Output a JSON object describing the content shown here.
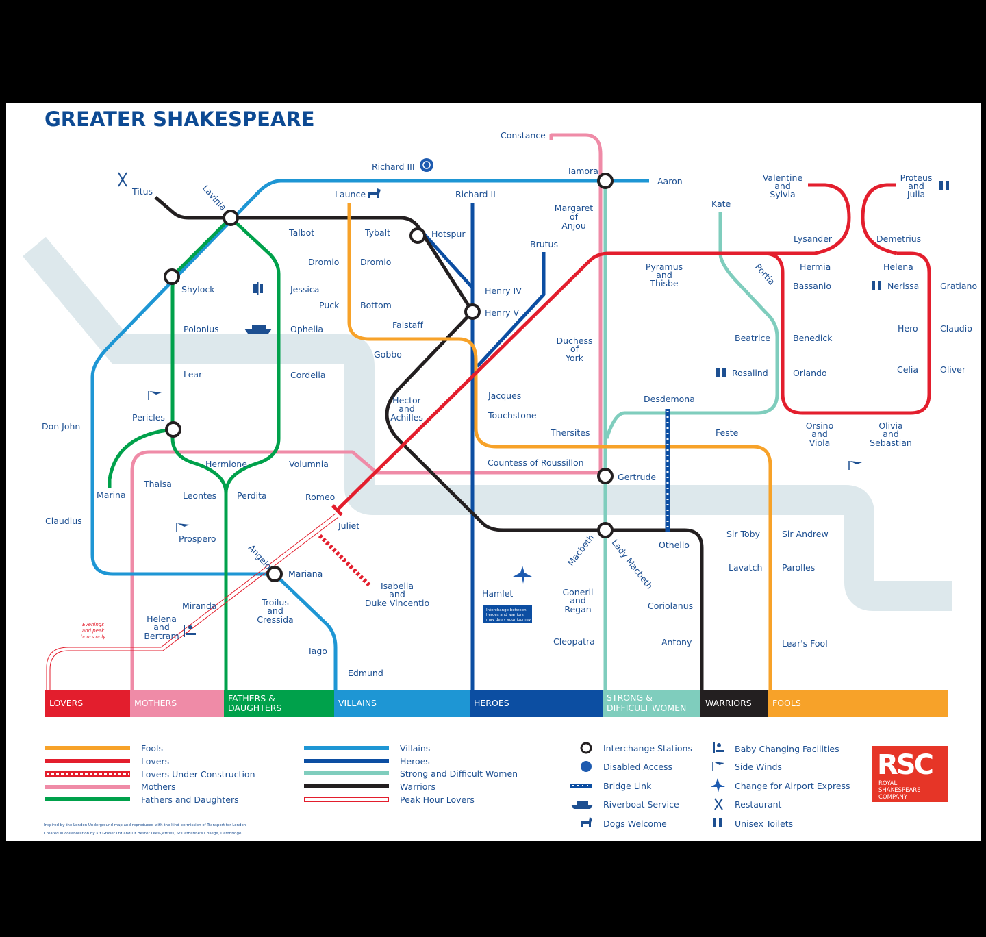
{
  "title": "GREATER SHAKESPEARE",
  "colors": {
    "fools": "#f7a229",
    "lovers": "#e31e2d",
    "mothers": "#ef8ba7",
    "fathers_daughters": "#00a14b",
    "villains": "#1e96d4",
    "heroes": "#0c4ea2",
    "strong_women": "#7fcdbd",
    "warriors": "#231f20",
    "river": "#dde8ec",
    "text": "#1d4f91"
  },
  "stations": [
    "Constance",
    "Tamora",
    "Aaron",
    "Richard III",
    "Launce",
    "Richard II",
    "Titus",
    "Lavinia",
    "Talbot",
    "Tybalt",
    "Hotspur",
    "Margaret",
    "of",
    "Anjou",
    "Brutus",
    "Kate",
    "Valentine",
    "and",
    "Sylvia",
    "Proteus",
    "and",
    "Julia",
    "Lysander",
    "Demetrius",
    "Hermia",
    "Helena",
    "Pyramus",
    "and",
    "Thisbe",
    "Portia",
    "Bassanio",
    "Nerissa",
    "Gratiano",
    "Dromio",
    "Dromio",
    "Jessica",
    "Shylock",
    "Henry IV",
    "Puck",
    "Bottom",
    "Henry V",
    "Falstaff",
    "Polonius",
    "Ophelia",
    "Gobbo",
    "Duchess",
    "of",
    "York",
    "Beatrice",
    "Benedick",
    "Hero",
    "Claudio",
    "Lear",
    "Cordelia",
    "Rosalind",
    "Orlando",
    "Celia",
    "Oliver",
    "Jacques",
    "Hector",
    "and",
    "Achilles",
    "Desdemona",
    "Pericles",
    "Touchstone",
    "Don John",
    "Orsino",
    "and",
    "Viola",
    "Olivia",
    "and",
    "Sebastian",
    "Thersites",
    "Feste",
    "Countess of Roussillon",
    "Hermione",
    "Volumnia",
    "Gertrude",
    "Thaisa",
    "Marina",
    "Leontes",
    "Perdita",
    "Romeo",
    "Claudius",
    "Juliet",
    "Sir Toby",
    "Sir Andrew",
    "Prospero",
    "Othello",
    "Macbeth",
    "Lady Macbeth",
    "Angelo",
    "Lavatch",
    "Parolles",
    "Mariana",
    "Isabella",
    "and",
    "Duke Vincentio",
    "Hamlet",
    "Goneril",
    "and",
    "Regan",
    "Troilus",
    "and",
    "Cressida",
    "Miranda",
    "Coriolanus",
    "Helena",
    "and",
    "Bertram",
    "Cleopatra",
    "Antony",
    "Lear's Fool",
    "Iago",
    "Edmund"
  ],
  "notes": {
    "peak_hours": [
      "Evenings",
      "and peak",
      "hours only"
    ],
    "interchange_warning": [
      "Interchange between",
      "heroes and warriors",
      "may delay your journey"
    ]
  },
  "bands": [
    "LOVERS",
    "MOTHERS",
    "FATHERS &",
    "DAUGHTERS",
    "VILLAINS",
    "HEROES",
    "STRONG &",
    "DIFFICULT WOMEN",
    "WARRIORS",
    "FOOLS"
  ],
  "legend": {
    "lines_left": [
      "Fools",
      "Lovers",
      "Lovers Under Construction",
      "Mothers",
      "Fathers and Daughters"
    ],
    "lines_right": [
      "Villains",
      "Heroes",
      "Strong and Difficult Women",
      "Warriors",
      "Peak Hour Lovers"
    ],
    "symbols_left": [
      "Interchange Stations",
      "Disabled Access",
      "Bridge Link",
      "Riverboat Service",
      "Dogs Welcome"
    ],
    "symbols_right": [
      "Baby Changing Facilities",
      "Side Winds",
      "Change for Airport Express",
      "Restaurant",
      "Unisex Toilets"
    ]
  },
  "credits": [
    "Inspired by the London Underground map and reproduced with the kind permission of Transport for London",
    "Created in collaboration by Kit Grover Ltd and Dr Hester Lees-Jeffries, St Catharine's College, Cambridge"
  ],
  "logo": {
    "initials": "RSC",
    "lines": [
      "ROYAL",
      "SHAKESPEARE",
      "COMPANY"
    ]
  }
}
